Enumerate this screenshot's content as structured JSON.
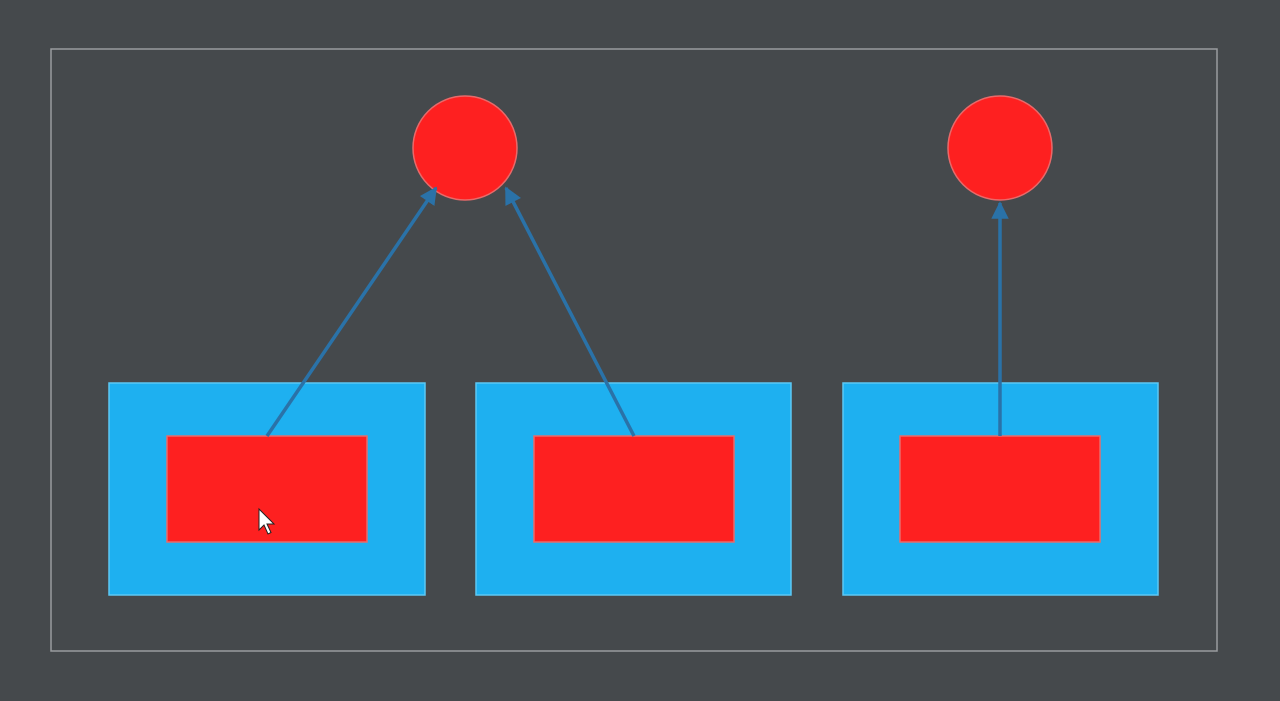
{
  "colors": {
    "background": "#45494c",
    "frame_border": "#9a9c9e",
    "container_fill": "#1eb0f0",
    "container_border": "#5cc8f4",
    "node_fill": "#fe2020",
    "node_border": "#e86a6a",
    "arrow": "#2a72a8",
    "cursor": "#ffffff"
  },
  "diagram": {
    "containers": [
      {
        "id": "container-1",
        "child": "inner-node-1"
      },
      {
        "id": "container-2",
        "child": "inner-node-2"
      },
      {
        "id": "container-3",
        "child": "inner-node-3"
      }
    ],
    "top_nodes": [
      {
        "id": "top-node-1"
      },
      {
        "id": "top-node-2"
      }
    ],
    "edges": [
      {
        "from": "inner-node-1",
        "to": "top-node-1"
      },
      {
        "from": "inner-node-2",
        "to": "top-node-1"
      },
      {
        "from": "inner-node-3",
        "to": "top-node-2"
      }
    ]
  },
  "cursor": {
    "icon": "mouse-pointer-icon"
  }
}
